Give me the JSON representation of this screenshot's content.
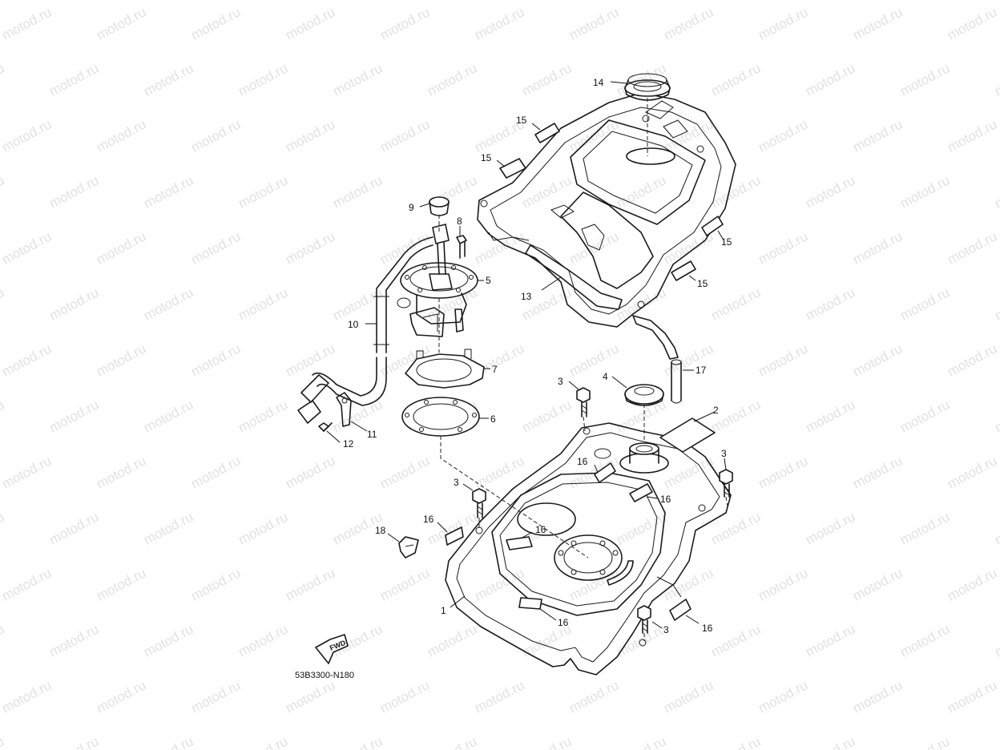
{
  "watermark": "motod.ru",
  "diagram_code": "53B3300-N180",
  "fwd_label": "FWD",
  "callouts": [
    {
      "id": "c1",
      "label": "1"
    },
    {
      "id": "c2",
      "label": "2"
    },
    {
      "id": "c3a",
      "label": "3"
    },
    {
      "id": "c3b",
      "label": "3"
    },
    {
      "id": "c3c",
      "label": "3"
    },
    {
      "id": "c3d",
      "label": "3"
    },
    {
      "id": "c4",
      "label": "4"
    },
    {
      "id": "c5",
      "label": "5"
    },
    {
      "id": "c6",
      "label": "6"
    },
    {
      "id": "c7",
      "label": "7"
    },
    {
      "id": "c8",
      "label": "8"
    },
    {
      "id": "c9",
      "label": "9"
    },
    {
      "id": "c10",
      "label": "10"
    },
    {
      "id": "c11",
      "label": "11"
    },
    {
      "id": "c12",
      "label": "12"
    },
    {
      "id": "c13",
      "label": "13"
    },
    {
      "id": "c14",
      "label": "14"
    },
    {
      "id": "c15a",
      "label": "15"
    },
    {
      "id": "c15b",
      "label": "15"
    },
    {
      "id": "c15c",
      "label": "15"
    },
    {
      "id": "c15d",
      "label": "15"
    },
    {
      "id": "c16a",
      "label": "16"
    },
    {
      "id": "c16b",
      "label": "16"
    },
    {
      "id": "c16c",
      "label": "16"
    },
    {
      "id": "c16d",
      "label": "16"
    },
    {
      "id": "c16e",
      "label": "16"
    },
    {
      "id": "c16f",
      "label": "16"
    },
    {
      "id": "c17",
      "label": "17"
    },
    {
      "id": "c18",
      "label": "18"
    }
  ],
  "colors": {
    "line": "#1a1a1a",
    "watermark": "#e2e2e2",
    "background": "#ffffff"
  }
}
